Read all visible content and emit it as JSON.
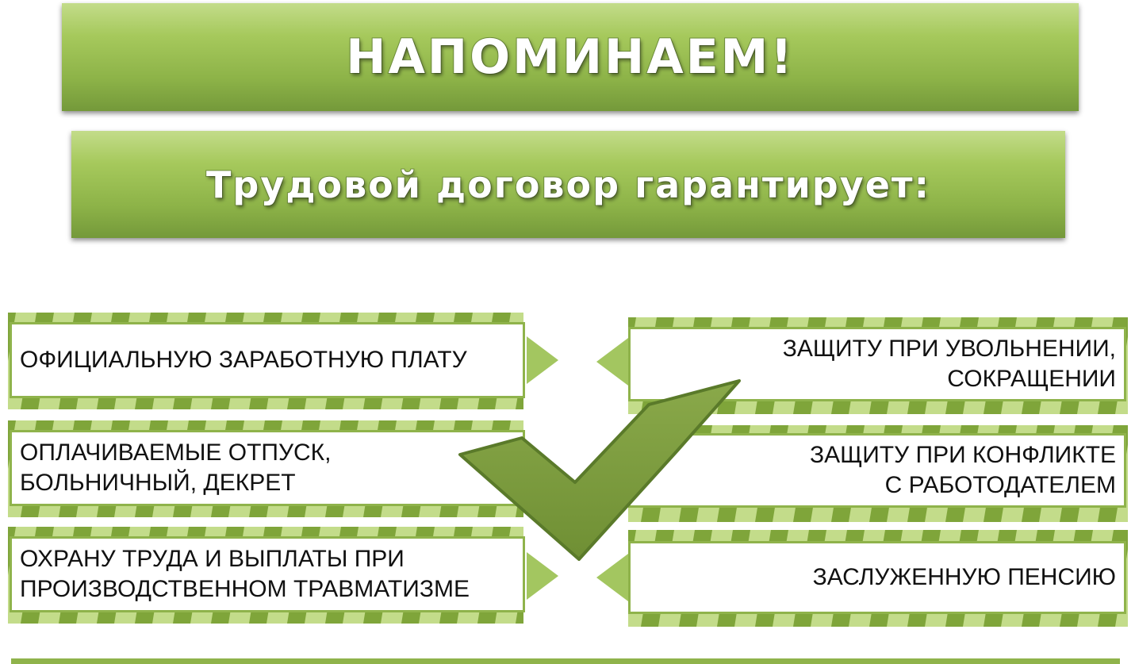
{
  "header": {
    "title": "НАПОМИНАЕМ!",
    "subtitle": "Трудовой договор гарантирует:"
  },
  "left_items": [
    {
      "label": "ОФИЦИАЛЬНУЮ ЗАРАБОТНУЮ ПЛАТУ"
    },
    {
      "label": "ОПЛАЧИВАЕМЫЕ ОТПУСК,\nБОЛЬНИЧНЫЙ, ДЕКРЕТ"
    },
    {
      "label": "ОХРАНУ ТРУДА И ВЫПЛАТЫ ПРИ\nПРОИЗВОДСТВЕННОМ ТРАВМАТИЗМЕ"
    }
  ],
  "right_items": [
    {
      "label": "ЗАЩИТУ ПРИ УВОЛЬНЕНИИ,\nСОКРАЩЕНИИ"
    },
    {
      "label": "ЗАЩИТУ ПРИ КОНФЛИКТЕ\nС РАБОТОДАТЕЛЕМ"
    },
    {
      "label": "ЗАСЛУЖЕННУЮ ПЕНСИЮ"
    }
  ],
  "colors": {
    "accent_green": "#8fb34b",
    "stripe_light": "#c3dc8a",
    "stripe_dark": "#7fa53a",
    "checkmark_fill": "#7b9b3e",
    "checkmark_edge": "#5a7a2a",
    "text": "#111111"
  },
  "icons": [
    "checkmark-icon",
    "chevron-right-icon",
    "chevron-left-icon"
  ]
}
